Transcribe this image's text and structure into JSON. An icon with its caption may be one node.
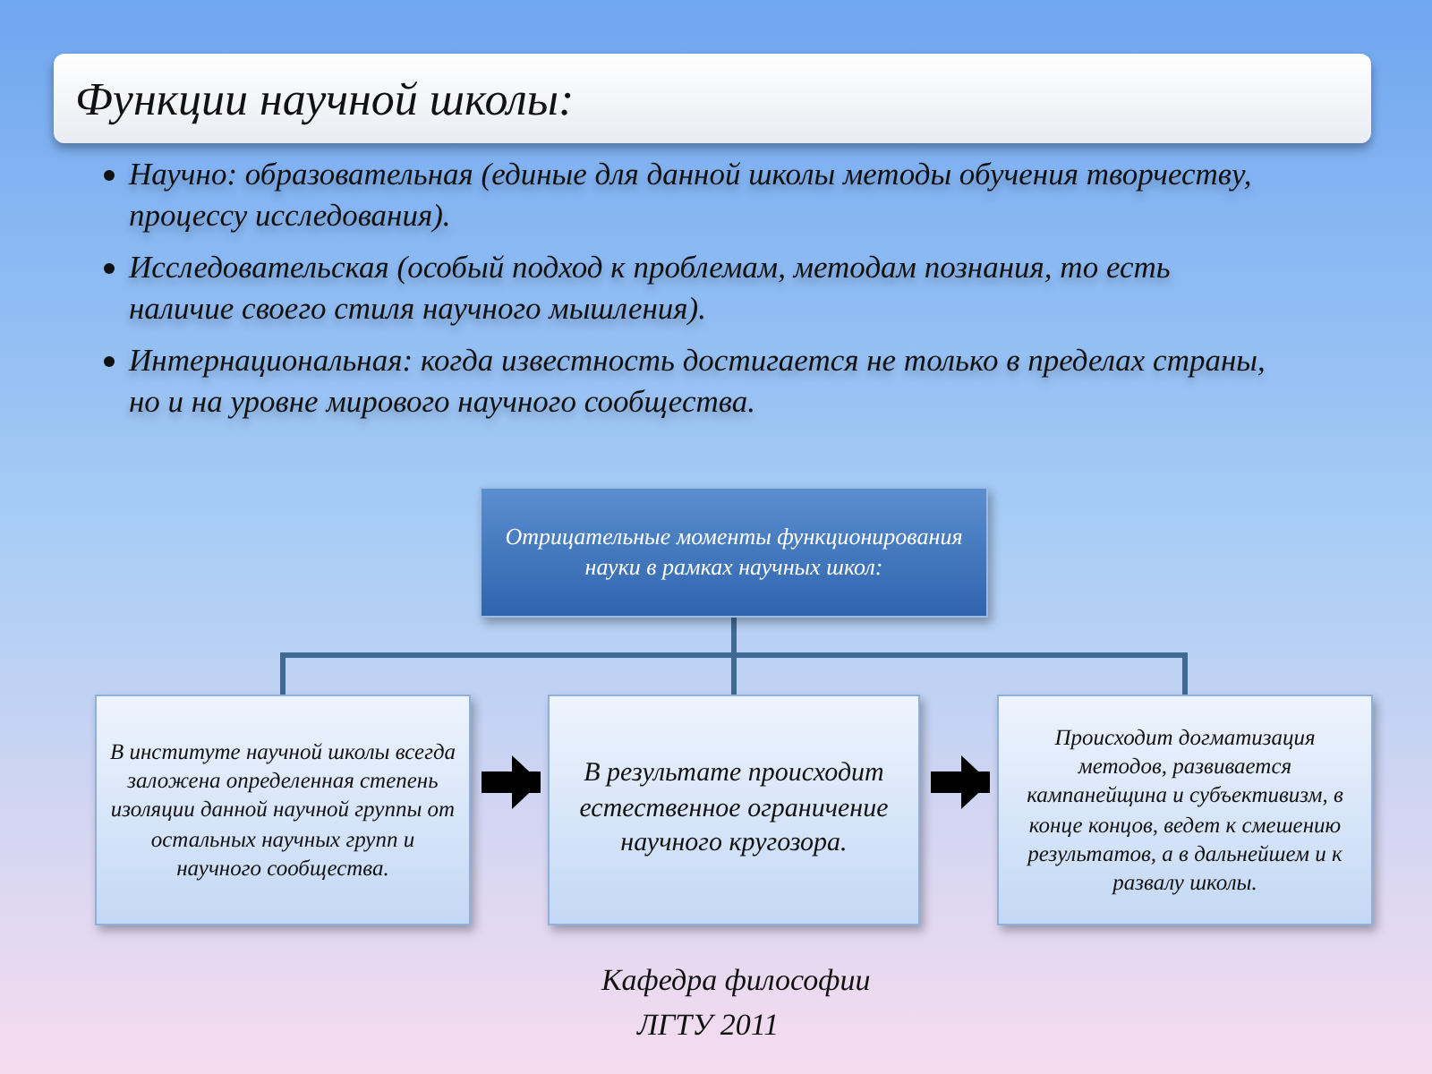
{
  "diagram": {
    "title": "Функции научной школы:",
    "nodes": [
      {
        "text": [
          "Отрицательные моменты функционирования науки в рамках научных школ:"
        ]
      },
      {
        "text": [
          "В институте научной школы всегда заложена определенная степень изоляции данной научной группы от остальных научных групп и научного сообщества."
        ]
      },
      {
        "text": [
          "В результате происходит естественное ограничение научного кругозора."
        ]
      },
      {
        "text": [
          "Происходит догматизация методов, развивается кампанейщина и субъективизм, в конце концов, ведет к смешению результатов, а в дальнейшем и к развалу школы."
        ]
      }
    ],
    "edges": [
      {
        "from": 0,
        "to": 1,
        "arrow": "none"
      },
      {
        "from": 0,
        "to": 2,
        "arrow": "none"
      },
      {
        "from": 0,
        "to": 3,
        "arrow": "none"
      },
      {
        "from": 1,
        "to": 2,
        "arrow": "to",
        "style": "thick",
        "color": "#000000"
      },
      {
        "from": 2,
        "to": 3,
        "arrow": "to",
        "style": "thick",
        "color": "#000000"
      }
    ],
    "labels": [
      "Научно: образовательная (единые для данной школы методы обучения творчеству, процессу исследования).",
      "Исследовательская (особый подход к проблемам, методам познания, то есть наличие своего стиля научного мышления).",
      "Интернациональная: когда известность достигается не только в пределах страны, но и на уровне мирового научного сообщества.",
      "Кафедра философии",
      "ЛГТУ 2011"
    ]
  }
}
